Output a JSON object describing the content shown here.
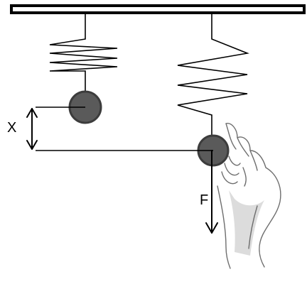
{
  "labels": {
    "displacement": "X",
    "force": "F"
  },
  "colors": {
    "line": "#000000",
    "mass_fill": "#5a5a5a",
    "mass_stroke": "#3c3c3c",
    "hand_stroke": "#6e6e6e",
    "hand_shade": "#d8d8d8",
    "background": "#ffffff"
  },
  "elements": {
    "ceiling": "ceiling-bar",
    "left_spring": "spring-rest",
    "right_spring": "spring-stretched",
    "left_mass": "mass-rest",
    "right_mass": "mass-displaced",
    "hand": "hand-icon",
    "displacement_arrow": "double-arrow",
    "force_arrow": "down-arrow"
  }
}
